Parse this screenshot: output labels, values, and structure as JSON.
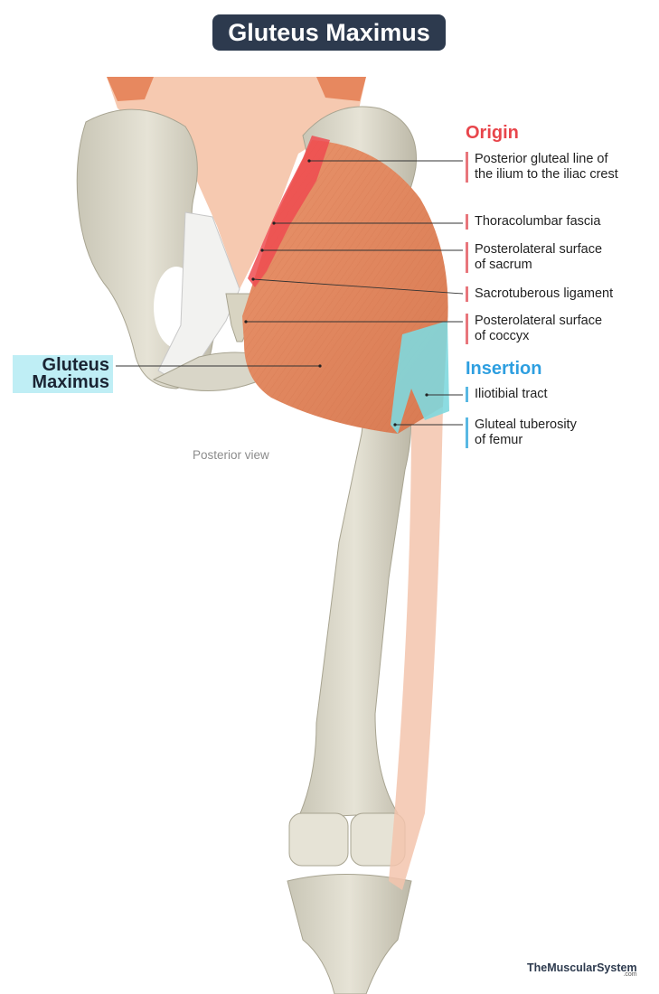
{
  "title": "Gluteus Maximus",
  "origin_heading": "Origin",
  "insertion_heading": "Insertion",
  "origin_labels": [
    "Posterior gluteal line of\nthe ilium to the iliac crest",
    "Thoracolumbar fascia",
    "Posterolateral surface\nof sacrum",
    "Sacrotuberous ligament",
    "Posterolateral surface\nof coccyx"
  ],
  "insertion_labels": [
    "Iliotibial tract",
    "Gluteal tuberosity\nof femur"
  ],
  "muscle_label_line1": "Gluteus",
  "muscle_label_line2": "Maximus",
  "view_caption": "Posterior view",
  "brand_name": "TheMuscularSystem",
  "brand_suffix": ".com",
  "colors": {
    "origin": "#e8767c",
    "insertion": "#59b8e3",
    "muscle": "#e48a62",
    "bone": "#d9d6c8",
    "title_bg": "#2d3a4e"
  }
}
